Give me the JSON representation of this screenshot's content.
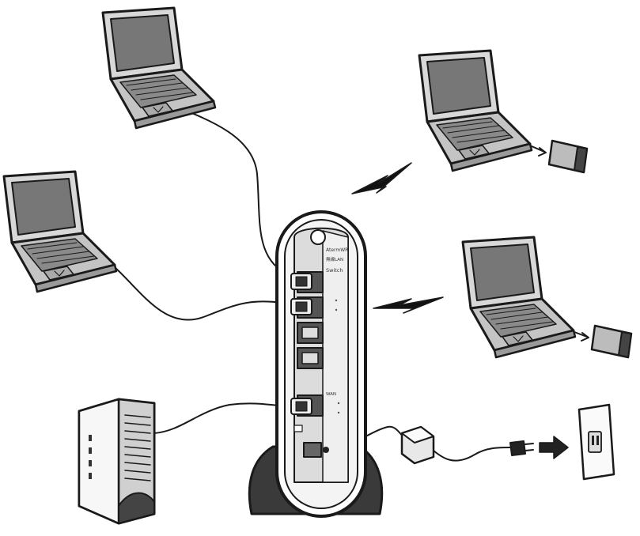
{
  "router": {
    "brand_label": "AtermWR",
    "model_label": "無線LAN",
    "port_label": "Switch",
    "wan_label": "WAN"
  },
  "devices": [
    {
      "kind": "laptop-wired"
    },
    {
      "kind": "laptop-wired"
    },
    {
      "kind": "laptop-wireless"
    },
    {
      "kind": "laptop-wireless"
    },
    {
      "kind": "modem"
    },
    {
      "kind": "ac-adapter"
    },
    {
      "kind": "wall-outlet"
    }
  ],
  "colors": {
    "ink": "#1a1a1a",
    "screen": "#7a7a7a",
    "body": "#c8c8c8",
    "light": "#e8e8e8",
    "stand": "#3a3a3a"
  }
}
